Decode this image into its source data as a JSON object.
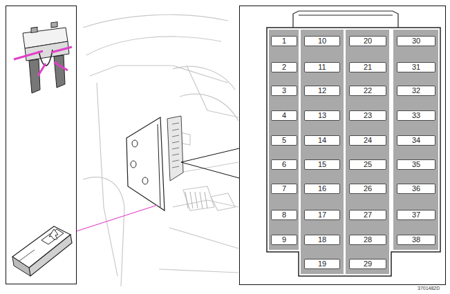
{
  "diagram": {
    "nodes": [
      {
        "text": [
          "1"
        ]
      },
      {
        "text": [
          "2"
        ]
      },
      {
        "text": [
          "3"
        ]
      },
      {
        "text": [
          "4"
        ]
      },
      {
        "text": [
          "5"
        ]
      },
      {
        "text": [
          "6"
        ]
      },
      {
        "text": [
          "7"
        ]
      },
      {
        "text": [
          "8"
        ]
      },
      {
        "text": [
          "9"
        ]
      },
      {
        "text": [
          "10"
        ]
      },
      {
        "text": [
          "11"
        ]
      },
      {
        "text": [
          "12"
        ]
      },
      {
        "text": [
          "13"
        ]
      },
      {
        "text": [
          "14"
        ]
      },
      {
        "text": [
          "15"
        ]
      },
      {
        "text": [
          "16"
        ]
      },
      {
        "text": [
          "17"
        ]
      },
      {
        "text": [
          "18"
        ]
      },
      {
        "text": [
          "19"
        ]
      },
      {
        "text": [
          "20"
        ]
      },
      {
        "text": [
          "21"
        ]
      },
      {
        "text": [
          "22"
        ]
      },
      {
        "text": [
          "23"
        ]
      },
      {
        "text": [
          "24"
        ]
      },
      {
        "text": [
          "25"
        ]
      },
      {
        "text": [
          "26"
        ]
      },
      {
        "text": [
          "27"
        ]
      },
      {
        "text": [
          "28"
        ]
      },
      {
        "text": [
          "29"
        ]
      },
      {
        "text": [
          "30"
        ]
      },
      {
        "text": [
          "31"
        ]
      },
      {
        "text": [
          "32"
        ]
      },
      {
        "text": [
          "33"
        ]
      },
      {
        "text": [
          "34"
        ]
      },
      {
        "text": [
          "35"
        ]
      },
      {
        "text": [
          "36"
        ]
      },
      {
        "text": [
          "37"
        ]
      },
      {
        "text": [
          "38"
        ]
      }
    ],
    "labels": [
      "3701482D"
    ]
  }
}
